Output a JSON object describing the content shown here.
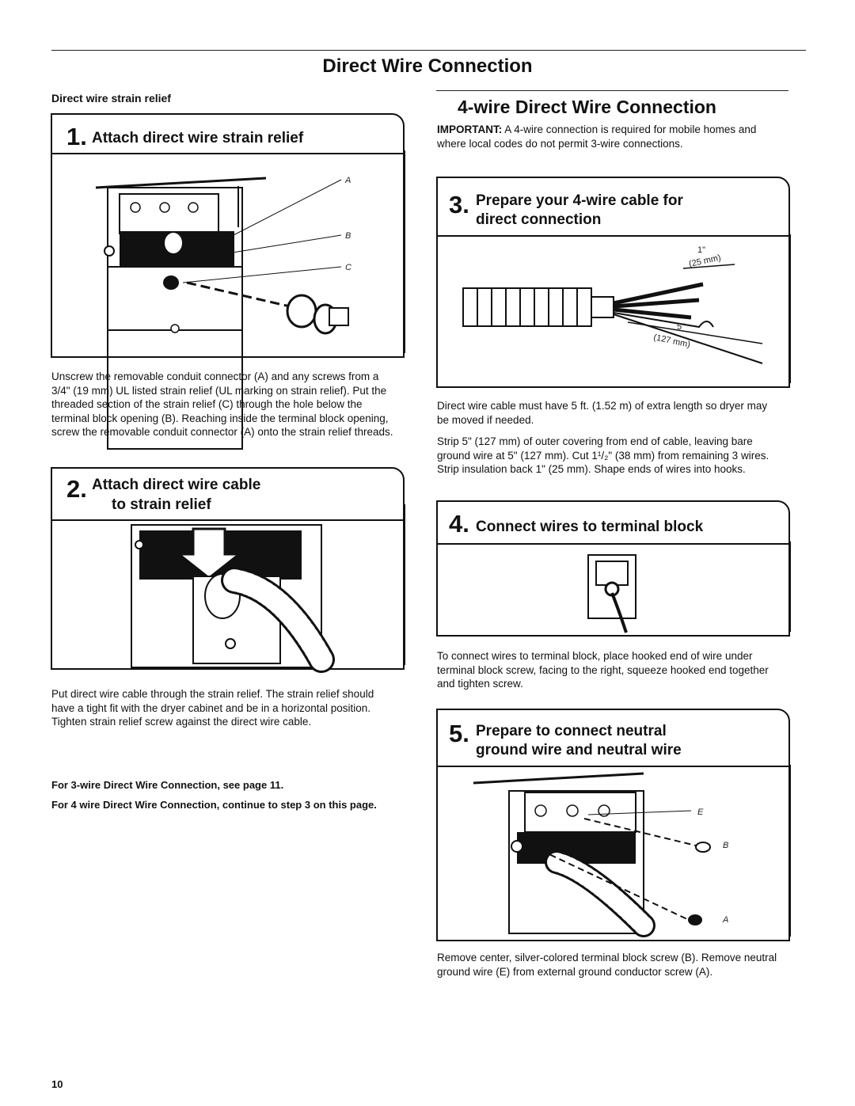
{
  "page": {
    "title": "Direct Wire Connection",
    "page_number": "10"
  },
  "left": {
    "subheading": "Direct wire strain relief",
    "step1": {
      "number": "1.",
      "title": "Attach direct wire strain relief",
      "callouts": [
        "A",
        "B",
        "C"
      ],
      "text": "Unscrew the removable conduit connector (A) and any screws from a 3/4\" (19 mm) UL listed strain relief (UL marking on strain relief). Put the threaded section of the strain relief (C) through the hole below the terminal block opening (B). Reaching inside the terminal block opening, screw the removable conduit connector (A) onto the strain relief threads."
    },
    "step2": {
      "number": "2.",
      "title_line1": "Attach direct wire cable",
      "title_line2": "to strain relief",
      "text": "Put direct wire cable through the strain relief. The strain relief should have a tight fit with the dryer cabinet and be in a horizontal position. Tighten strain relief screw against the direct wire cable."
    },
    "note1": "For 3-wire Direct Wire Connection, see page 11.",
    "note2": "For 4 wire Direct Wire Connection, continue to step 3 on this page."
  },
  "right": {
    "section_title": "4-wire Direct Wire Connection",
    "important_label": "IMPORTANT:",
    "important_text": " A 4-wire connection is required for mobile homes and where local codes do not permit 3-wire connections.",
    "step3": {
      "number": "3.",
      "title_line1": "Prepare your 4-wire cable for",
      "title_line2": "direct connection",
      "dim1_in": "1\"",
      "dim1_mm": "(25 mm)",
      "dim2_in": "5\"",
      "dim2_mm": "(127 mm)"
    },
    "para1": "Direct wire cable must have 5 ft. (1.52 m) of extra length so dryer may be moved if needed.",
    "para2": "Strip 5\" (127 mm) of outer covering from end of cable, leaving bare ground wire at 5\" (127 mm). Cut 1¹/₂\" (38 mm) from remaining 3 wires. Strip insulation back 1\" (25 mm). Shape ends of wires into hooks.",
    "step4": {
      "number": "4.",
      "title": "Connect wires to terminal block",
      "text": "To connect wires to terminal block, place hooked end of wire under terminal block screw, facing to the right, squeeze hooked end together and tighten screw."
    },
    "step5": {
      "number": "5.",
      "title_line1": "Prepare to connect neutral",
      "title_line2": "ground wire and neutral wire",
      "callouts": [
        "E",
        "B",
        "A"
      ],
      "text": "Remove center, silver-colored terminal block screw (B). Remove neutral ground wire (E) from external ground conductor screw (A)."
    }
  }
}
